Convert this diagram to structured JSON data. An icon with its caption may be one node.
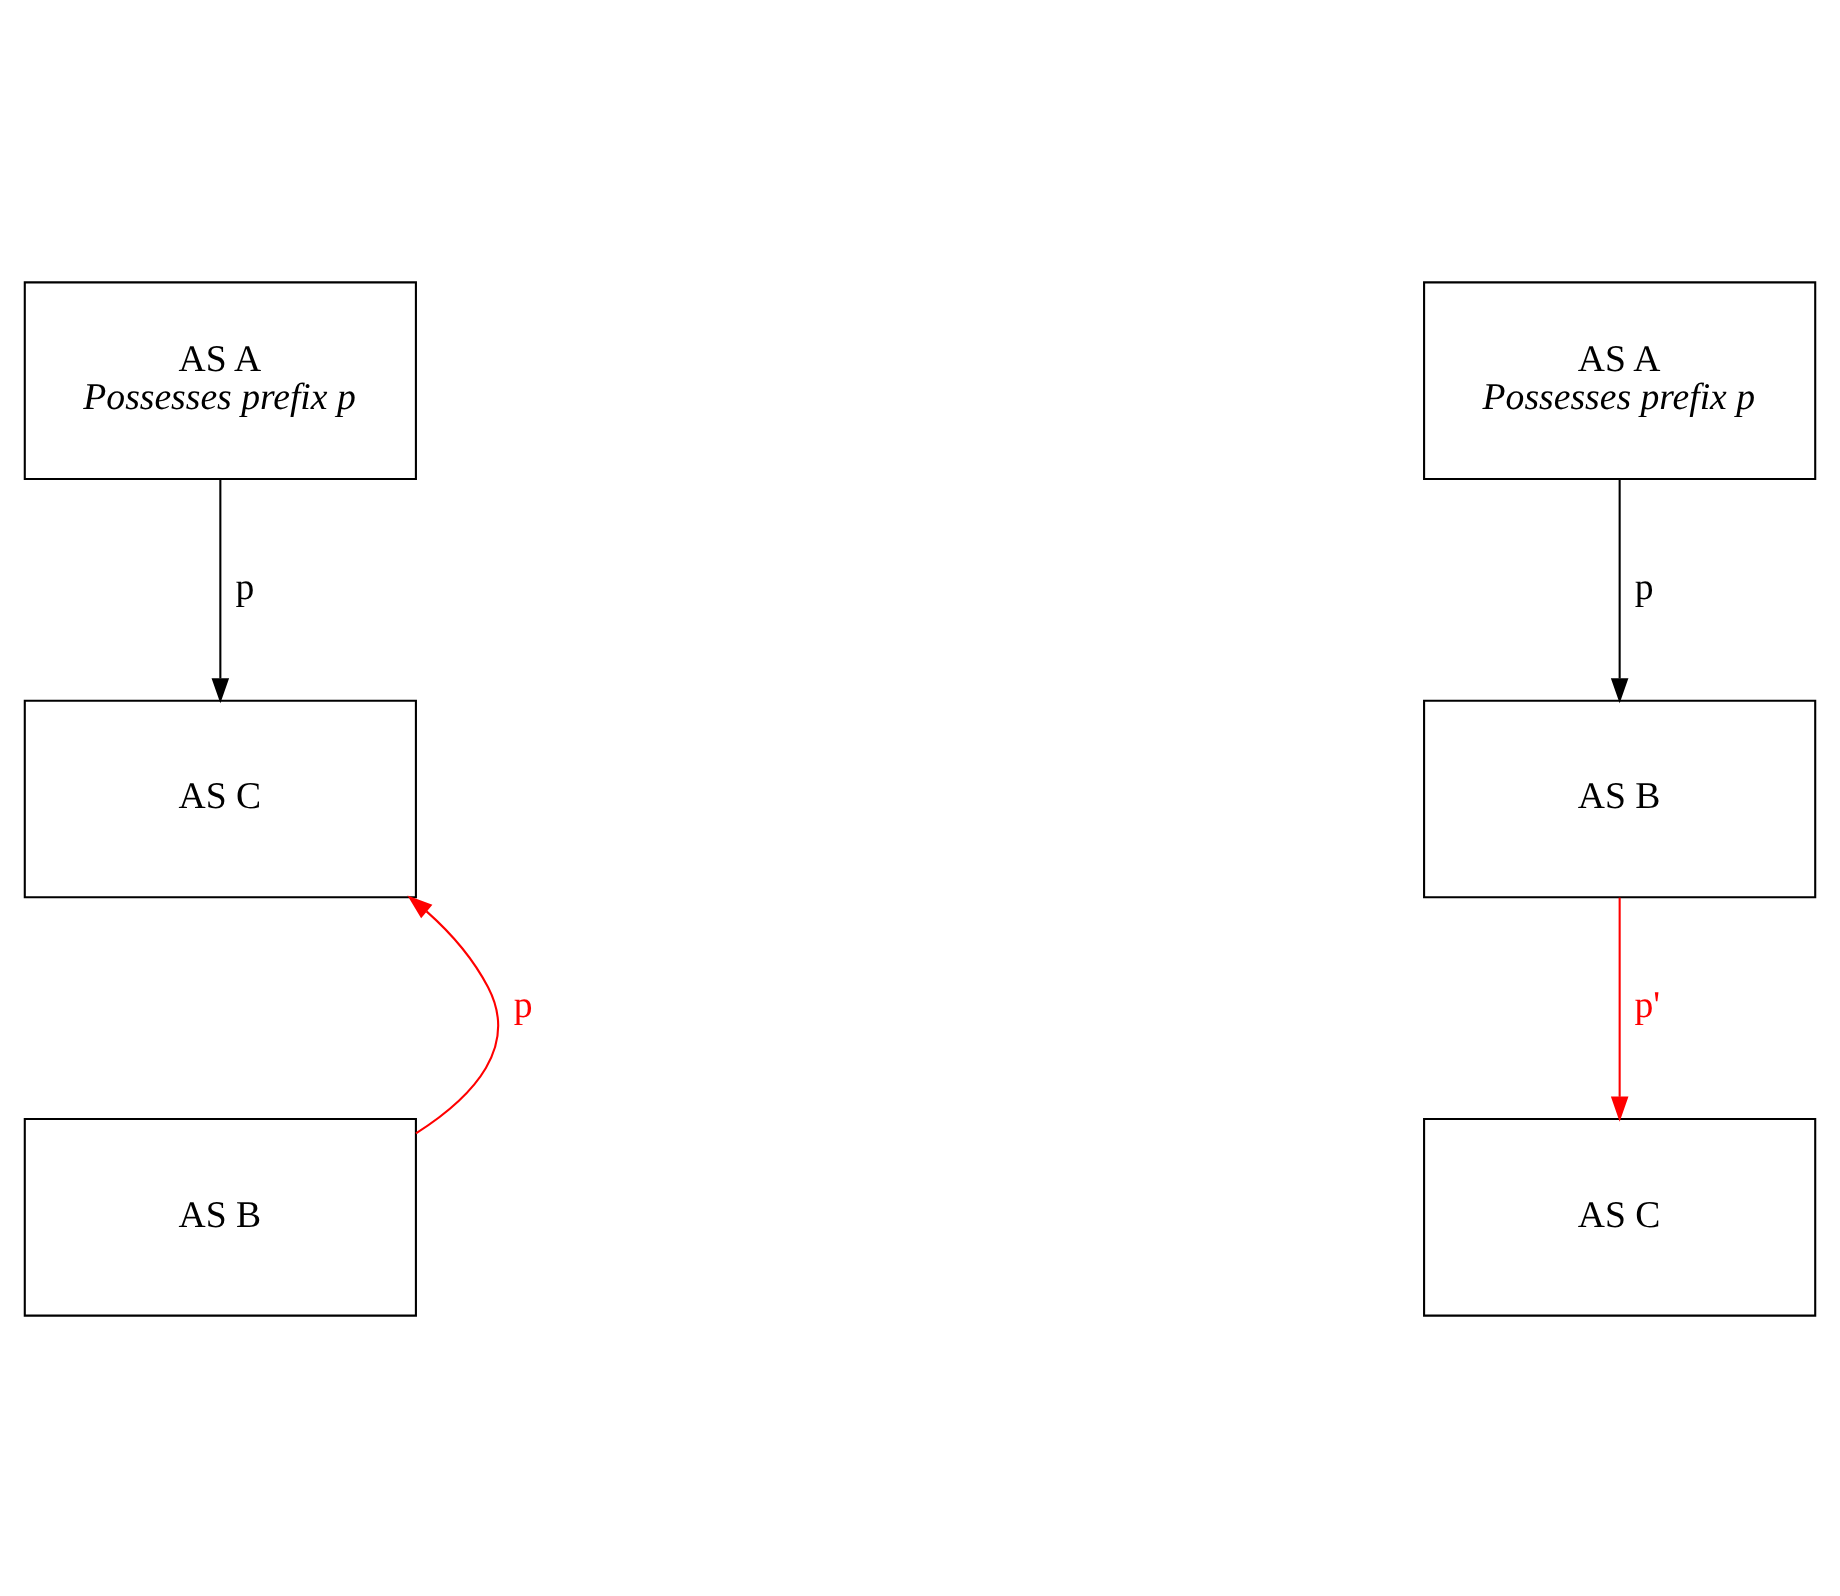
{
  "diagram": {
    "nodes": [
      {
        "text": [
          "AS A",
          "Possesses prefix p"
        ]
      },
      {
        "text": [
          "AS C"
        ]
      },
      {
        "text": [
          "AS B"
        ]
      },
      {
        "text": [
          "AS A",
          "Possesses prefix p"
        ]
      },
      {
        "text": [
          "AS B"
        ]
      },
      {
        "text": [
          "AS C"
        ]
      }
    ],
    "edges": [
      {
        "from": 0,
        "to": 1,
        "arrow": "to",
        "label": "p"
      },
      {
        "from": 2,
        "to": 1,
        "arrow": "to",
        "label": "p",
        "color": "#ff0000"
      },
      {
        "from": 3,
        "to": 4,
        "arrow": "to",
        "label": "p"
      },
      {
        "from": 4,
        "to": 5,
        "arrow": "to",
        "label": "p'",
        "color": "#ff0000"
      }
    ]
  }
}
